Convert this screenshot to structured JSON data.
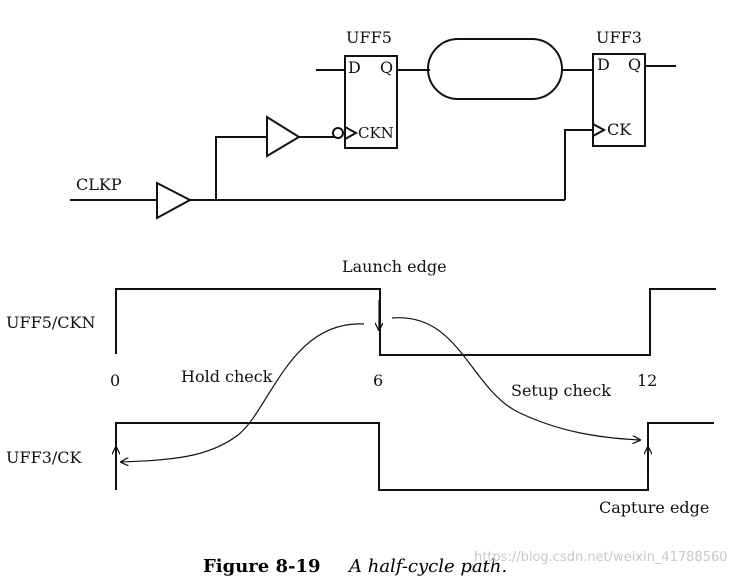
{
  "schematic": {
    "ff_launch": {
      "name": "UFF5",
      "pin_d": "D",
      "pin_q": "Q",
      "pin_clk": "CKN"
    },
    "ff_capture": {
      "name": "UFF3",
      "pin_d": "D",
      "pin_q": "Q",
      "pin_clk": "CK"
    },
    "clock_input": "CLKP"
  },
  "waveforms": {
    "launch_label": "Launch edge",
    "capture_label": "Capture edge",
    "hold_label": "Hold check",
    "setup_label": "Setup check",
    "signal_top": "UFF5/CKN",
    "signal_bottom": "UFF3/CK",
    "ticks": [
      "0",
      "6",
      "12"
    ]
  },
  "caption": {
    "number": "Figure 8-19",
    "title": "A half-cycle path."
  },
  "watermark": "https://blog.csdn.net/weixin_41788560"
}
